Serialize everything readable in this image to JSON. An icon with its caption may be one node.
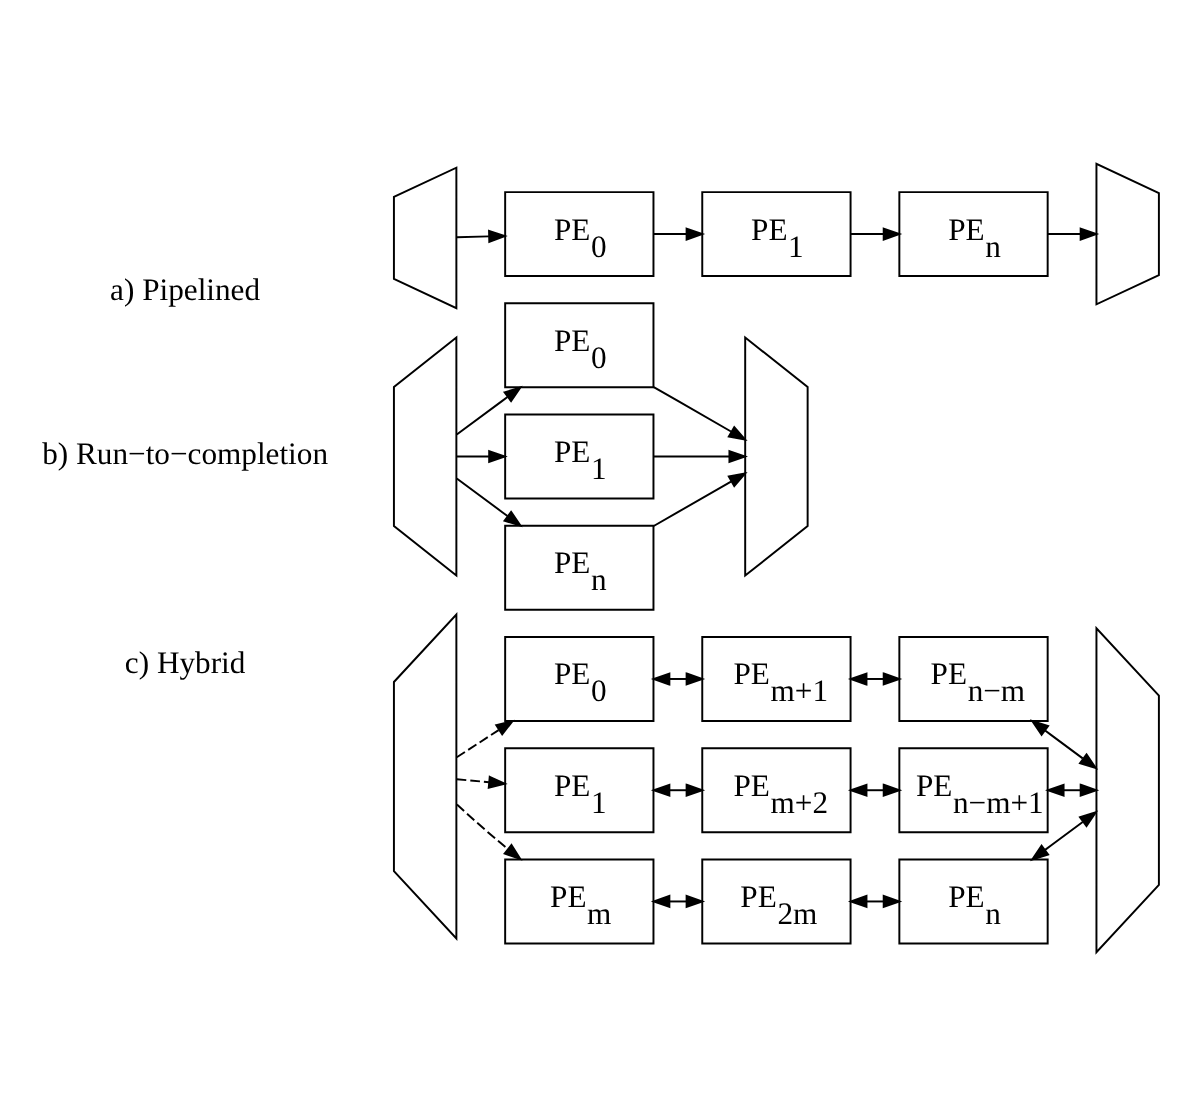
{
  "diagram": {
    "nodes": [
      {
        "text": [],
        "shape": "trapezoid"
      },
      {
        "text": [
          "PE$_{0}$"
        ]
      },
      {
        "text": [
          "PE$_{1}$"
        ]
      },
      {
        "text": [
          "PE$_{n}$"
        ]
      },
      {
        "text": [],
        "shape": "trapezoid"
      },
      {
        "text": [],
        "shape": "trapezoid"
      },
      {
        "text": [
          "PE$_{0}$"
        ]
      },
      {
        "text": [
          "PE$_{1}$"
        ]
      },
      {
        "text": [
          "PE$_{n}$"
        ]
      },
      {
        "text": [],
        "shape": "trapezoid"
      },
      {
        "text": [],
        "shape": "trapezoid"
      },
      {
        "text": [
          "PE$_{0}$"
        ]
      },
      {
        "text": [
          "PE$_{1}$"
        ]
      },
      {
        "text": [
          "PE$_{m}$"
        ]
      },
      {
        "text": [
          "PE$_{m+1}$"
        ]
      },
      {
        "text": [
          "PE$_{m+2}$"
        ]
      },
      {
        "text": [
          "PE$_{2m}$"
        ]
      },
      {
        "text": [
          "PE$_{n−m}$"
        ]
      },
      {
        "text": [
          "PE$_{n−m+1}$"
        ]
      },
      {
        "text": [
          "PE$_{n}$"
        ]
      },
      {
        "text": [],
        "shape": "trapezoid"
      }
    ],
    "edges": [
      {
        "from": 0,
        "to": 1,
        "arrow": "to"
      },
      {
        "from": 1,
        "to": 2,
        "arrow": "to"
      },
      {
        "from": 2,
        "to": 3,
        "arrow": "to"
      },
      {
        "from": 3,
        "to": 4,
        "arrow": "to"
      },
      {
        "from": 5,
        "to": 6,
        "arrow": "to"
      },
      {
        "from": 5,
        "to": 7,
        "arrow": "to"
      },
      {
        "from": 5,
        "to": 8,
        "arrow": "to"
      },
      {
        "from": 6,
        "to": 9,
        "arrow": "to"
      },
      {
        "from": 7,
        "to": 9,
        "arrow": "to"
      },
      {
        "from": 8,
        "to": 9,
        "arrow": "to"
      },
      {
        "from": 10,
        "to": 11,
        "arrow": "to",
        "style": "dashed"
      },
      {
        "from": 10,
        "to": 12,
        "arrow": "to",
        "style": "dashed"
      },
      {
        "from": 10,
        "to": 13,
        "arrow": "to",
        "style": "dashed"
      },
      {
        "from": 11,
        "to": 14,
        "arrow": "both"
      },
      {
        "from": 12,
        "to": 15,
        "arrow": "both"
      },
      {
        "from": 13,
        "to": 16,
        "arrow": "both"
      },
      {
        "from": 14,
        "to": 17,
        "arrow": "both"
      },
      {
        "from": 15,
        "to": 18,
        "arrow": "both"
      },
      {
        "from": 16,
        "to": 19,
        "arrow": "both"
      },
      {
        "from": 17,
        "to": 20,
        "arrow": "both"
      },
      {
        "from": 18,
        "to": 20,
        "arrow": "both"
      },
      {
        "from": 19,
        "to": 20,
        "arrow": "both"
      }
    ],
    "labels": [
      "a) Pipelined",
      "b) Run−to−completion",
      "c) Hybrid"
    ]
  }
}
